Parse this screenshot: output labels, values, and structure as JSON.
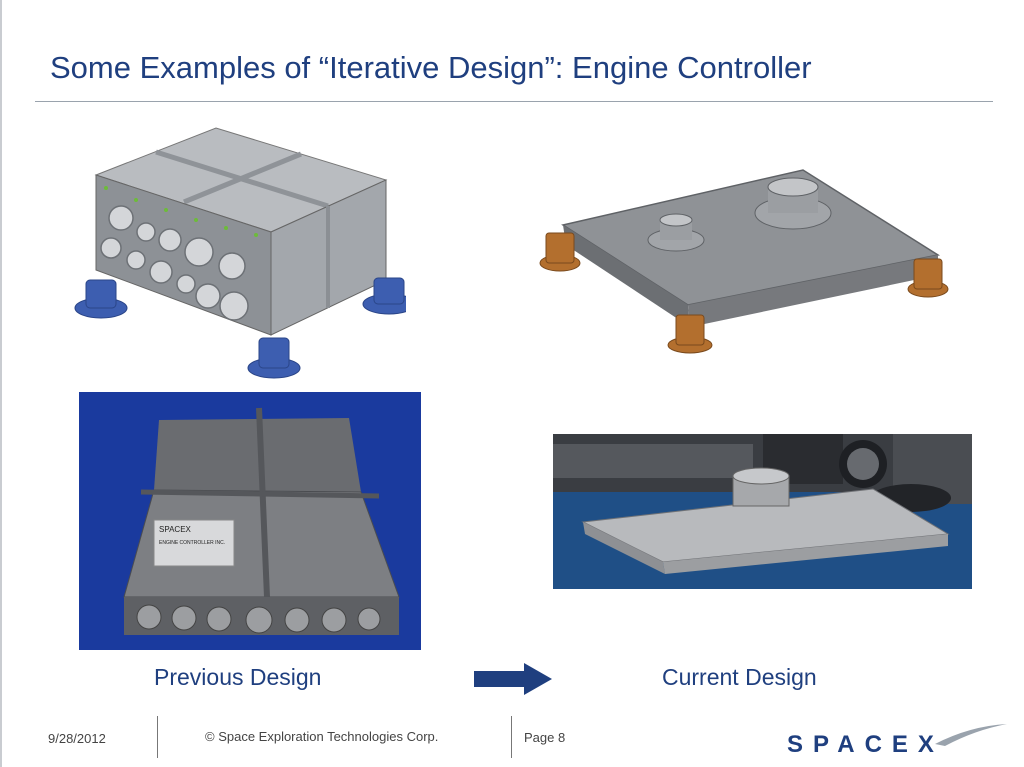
{
  "slide": {
    "title": "Some Examples of “Iterative Design”: Engine Controller",
    "previous_caption": "Previous Design",
    "current_caption": "Current Design",
    "arrow_icon": "right-arrow-icon",
    "accent_color": "#1f3f7f"
  },
  "images": {
    "previous_render": "previous-design-cad-render",
    "previous_photo": "previous-design-photo",
    "current_render": "current-design-cad-render",
    "current_photo": "current-design-photo",
    "label_logo": "SPACEX",
    "label_text": "ENGINE CONTROLLER INC."
  },
  "footer": {
    "date": "9/28/2012",
    "copyright": "© Space Exploration Technologies Corp.",
    "page": "Page 8",
    "logo_text": "SPACEX"
  }
}
